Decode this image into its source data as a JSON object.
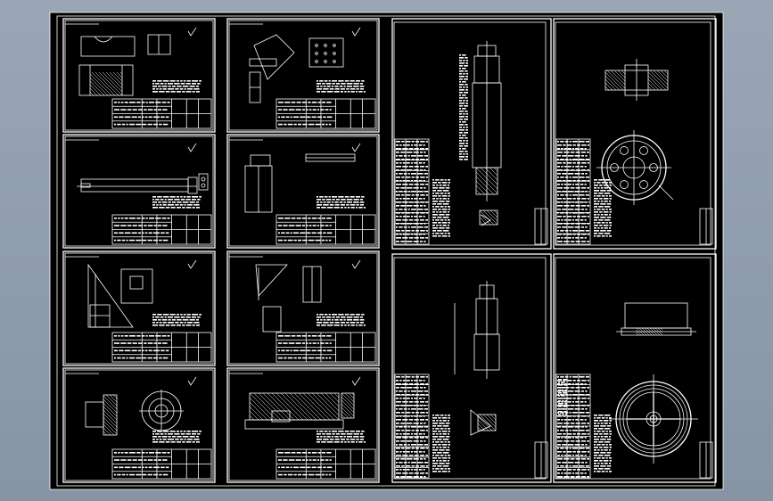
{
  "drawing": {
    "background": "#000000",
    "line_color": "#ffffff",
    "outer_bg": "#8e9bab"
  },
  "sheets": [
    {
      "id": "s1",
      "kind": "process-card",
      "view": "bracket-with-slot",
      "rows": 4
    },
    {
      "id": "s2",
      "kind": "process-card",
      "view": "angled-fixture",
      "rows": 4
    },
    {
      "id": "s3",
      "kind": "process-card",
      "view": "long-shaft",
      "rows": 4
    },
    {
      "id": "s4",
      "kind": "process-card",
      "view": "key-part",
      "rows": 4
    },
    {
      "id": "s5",
      "kind": "process-card",
      "view": "triangular-bracket",
      "rows": 4
    },
    {
      "id": "s6",
      "kind": "process-card",
      "view": "angle-plate",
      "rows": 4
    },
    {
      "id": "s7",
      "kind": "process-card",
      "view": "disc-with-hub",
      "rows": 4
    },
    {
      "id": "s8",
      "kind": "process-card",
      "view": "hatched-block",
      "rows": 4
    },
    {
      "id": "s9",
      "kind": "part-drawing",
      "view": "vertical-shaft"
    },
    {
      "id": "s10",
      "kind": "part-drawing",
      "view": "flange-disc"
    },
    {
      "id": "s11",
      "kind": "part-drawing",
      "view": "vertical-shaft-small"
    },
    {
      "id": "s12",
      "kind": "part-drawing",
      "view": "pulley-wheel"
    }
  ]
}
